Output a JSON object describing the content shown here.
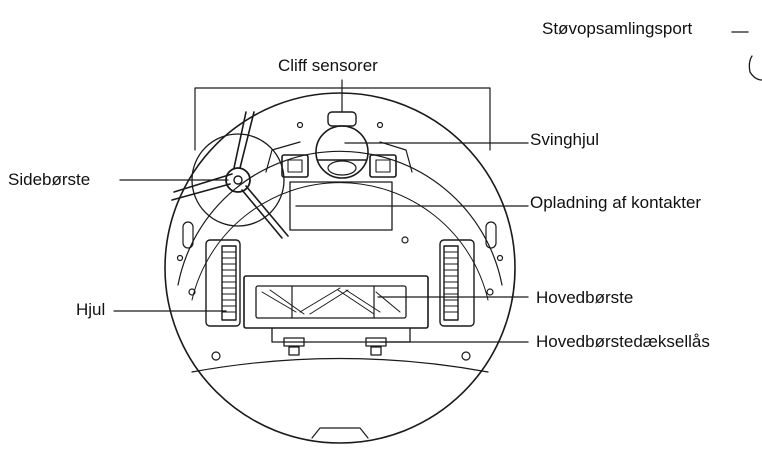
{
  "labels": {
    "dust_port": "Støvopsamlingsport",
    "cliff_sensors": "Cliff sensorer",
    "caster_wheel": "Svinghjul",
    "side_brush": "Sidebørste",
    "charging_contacts": "Opladning af kontakter",
    "wheel": "Hjul",
    "main_brush": "Hovedbørste",
    "main_brush_cover_lock": "Hovedbørstedæksellås"
  },
  "colors": {
    "stroke": "#1a1a1a",
    "background": "#ffffff"
  }
}
